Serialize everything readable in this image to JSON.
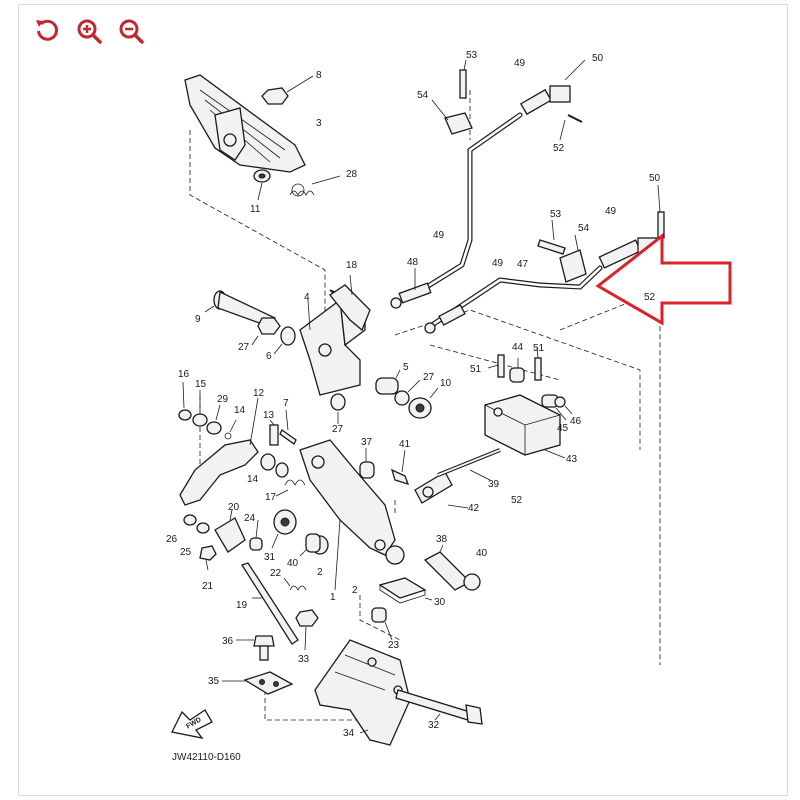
{
  "toolbar": {
    "icons": [
      "rotate-icon",
      "zoom-in-icon",
      "zoom-out-icon"
    ],
    "accent": "#c0282d"
  },
  "diagram": {
    "code": "JW42110-D160",
    "fwd_label": "FWD",
    "arrow_color": "#d9232a",
    "labels": [
      "1",
      "2",
      "2",
      "3",
      "4",
      "5",
      "6",
      "7",
      "8",
      "9",
      "10",
      "11",
      "12",
      "13",
      "14",
      "14",
      "15",
      "16",
      "17",
      "18",
      "19",
      "20",
      "21",
      "22",
      "23",
      "24",
      "25",
      "26",
      "27",
      "27",
      "27",
      "28",
      "29",
      "30",
      "31",
      "32",
      "33",
      "34",
      "35",
      "36",
      "37",
      "38",
      "39",
      "40",
      "40",
      "41",
      "42",
      "43",
      "44",
      "45",
      "46",
      "47",
      "48",
      "49",
      "49",
      "49",
      "49",
      "50",
      "50",
      "51",
      "51",
      "52",
      "52",
      "52",
      "53",
      "53",
      "54",
      "54"
    ]
  }
}
